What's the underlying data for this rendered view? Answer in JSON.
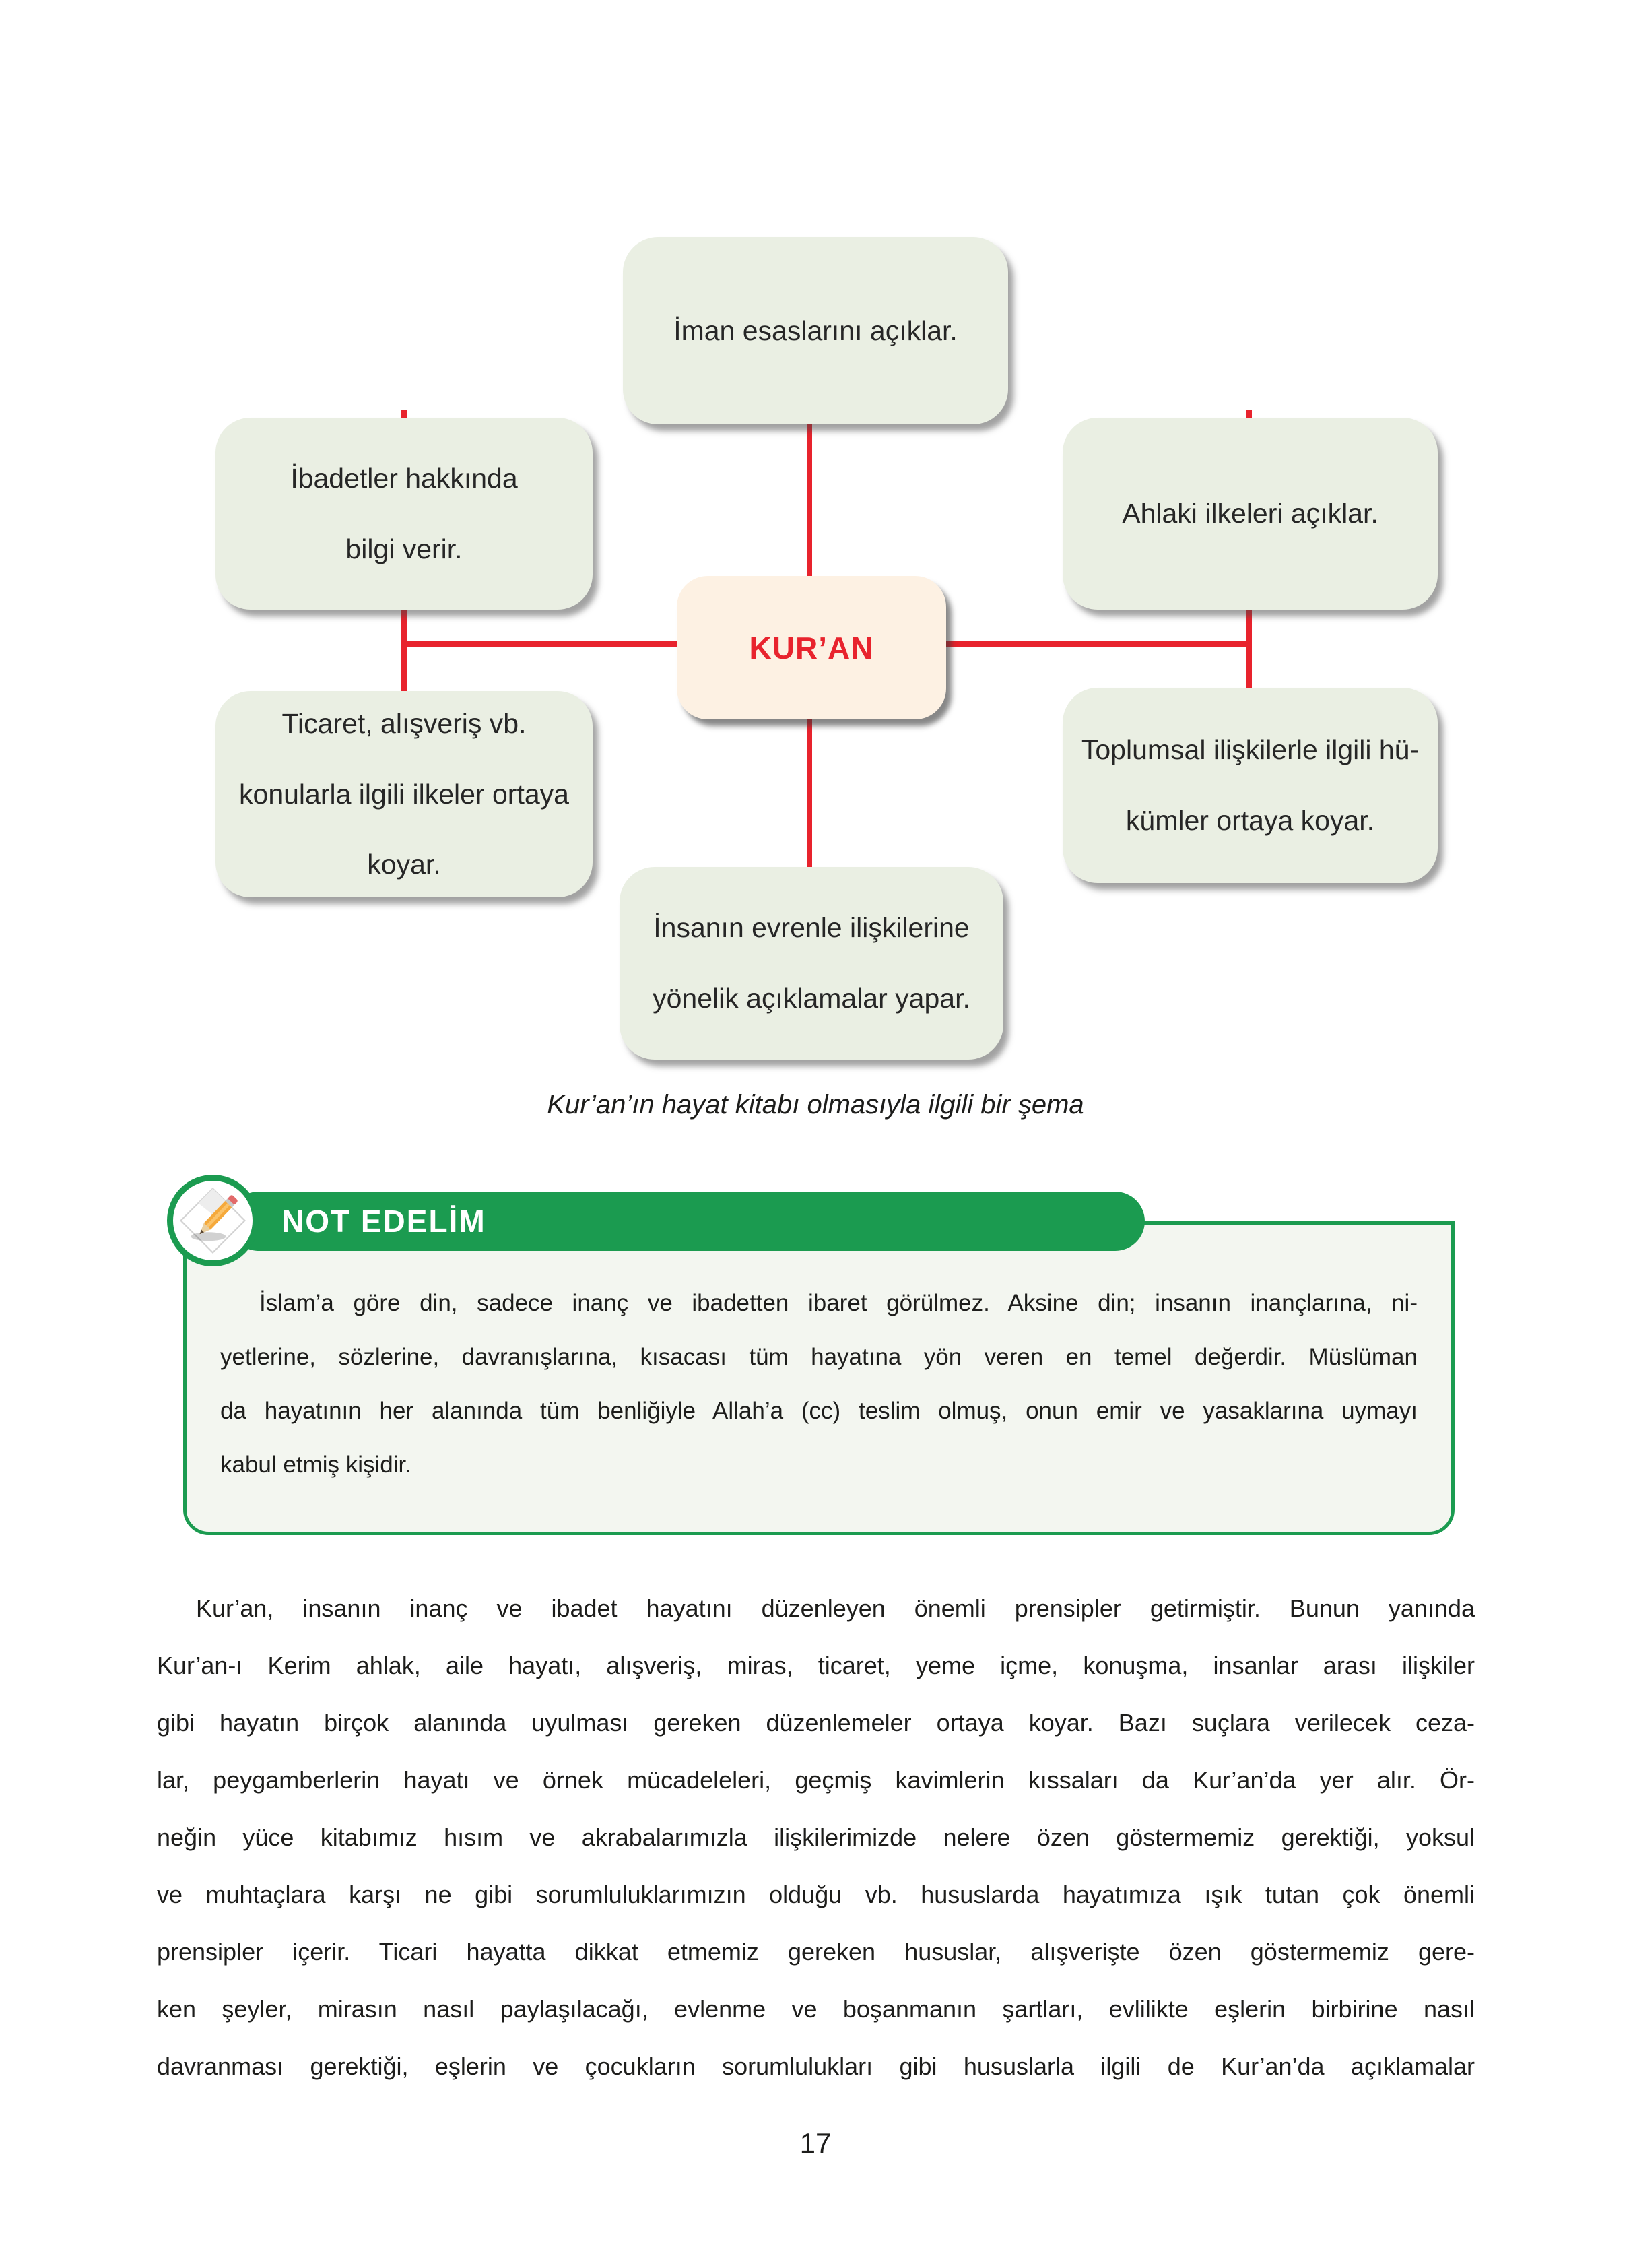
{
  "colors": {
    "line_red": "#e8232d",
    "node_green_bg": "#eaefe3",
    "center_cream_bg": "#fdf1e3",
    "banner_green": "#1b9b50",
    "note_bg": "#f3f6f0"
  },
  "diagram": {
    "center_label": "KUR’AN",
    "nodes": {
      "iman": "İman esaslarını açıklar.",
      "ibadetler": "İbadetler hakkında\nbilgi verir.",
      "ahlaki": "Ahlaki ilkeleri açıklar.",
      "ticaret": "Ticaret, alışveriş vb.\nkonularla ilgili ilkeler ortaya\nkoyar.",
      "toplumsal": "Toplumsal ilişkilerle ilgili hü-\nkümler ortaya koyar.",
      "insan": "İnsanın evrenle ilişkilerine\nyönelik açıklamalar yapar."
    },
    "caption": "Kur’an’ın hayat kitabı olmasıyla ilgili bir şema"
  },
  "note": {
    "header": "NOT EDELİM",
    "icon": "pencil-and-paper-icon",
    "lines": [
      "İslam’a göre din, sadece inanç ve ibadetten ibaret görülmez. Aksine din; insanın inançlarına, ni-",
      "yetlerine, sözlerine, davranışlarına, kısacası tüm hayatına yön veren en temel değerdir. Müslüman",
      "da hayatının her alanında tüm benliğiyle Allah’a (cc) teslim olmuş, onun emir ve yasaklarına uymayı",
      "kabul etmiş kişidir."
    ]
  },
  "body": {
    "lines": [
      "Kur’an, insanın inanç ve ibadet hayatını düzenleyen önemli prensipler getirmiştir. Bunun yanında",
      "Kur’an-ı Kerim ahlak, aile hayatı, alışveriş, miras, ticaret, yeme içme, konuşma, insanlar arası ilişkiler",
      "gibi hayatın birçok alanında uyulması gereken düzenlemeler ortaya koyar. Bazı suçlara verilecek ceza-",
      "lar, peygamberlerin hayatı ve örnek mücadeleleri, geçmiş kavimlerin kıssaları da Kur’an’da yer alır. Ör-",
      "neğin yüce kitabımız hısım ve akrabalarımızla ilişkilerimizde nelere özen göstermemiz gerektiği, yoksul",
      "ve muhtaçlara karşı ne gibi sorumluluklarımızın olduğu vb. hususlarda hayatımıza ışık tutan çok önemli",
      "prensipler içerir. Ticari hayatta dikkat etmemiz gereken hususlar, alışverişte özen göstermemiz gere-",
      "ken şeyler, mirasın nasıl paylaşılacağı, evlenme ve boşanmanın şartları, evlilikte eşlerin birbirine nasıl",
      "davranması gerektiği, eşlerin ve çocukların sorumlulukları gibi hususlarla ilgili de Kur’an’da açıklamalar"
    ]
  },
  "page": {
    "number": "17"
  }
}
